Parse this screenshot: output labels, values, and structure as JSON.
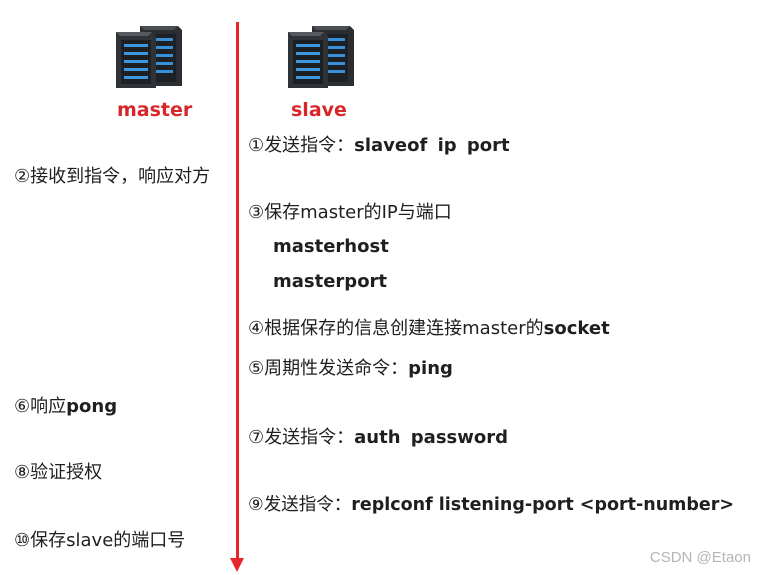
{
  "master": {
    "label": "master",
    "icon": "server-rack-icon"
  },
  "slave": {
    "label": "slave",
    "icon": "server-rack-icon"
  },
  "colors": {
    "arrow": "#e8262a",
    "label": "#d8272a"
  },
  "steps": [
    {
      "num": "①",
      "text": "发送指令：",
      "cmd": "slaveof  ip  port"
    },
    {
      "num": "②",
      "text": "接收到指令，响应对方",
      "cmd": ""
    },
    {
      "num": "③",
      "text": "保存master的IP与端口",
      "cmd": ""
    },
    {
      "num": "",
      "text": "",
      "cmd": "masterhost"
    },
    {
      "num": "",
      "text": "",
      "cmd": "masterport"
    },
    {
      "num": "④",
      "text": "根据保存的信息创建连接master的",
      "cmd": "socket"
    },
    {
      "num": "⑤",
      "text": "周期性发送命令：",
      "cmd": "ping"
    },
    {
      "num": "⑥",
      "text": "响应",
      "cmd": "pong"
    },
    {
      "num": "⑦",
      "text": "发送指令：",
      "cmd": "auth  password"
    },
    {
      "num": "⑧",
      "text": "验证授权",
      "cmd": ""
    },
    {
      "num": "⑨",
      "text": "发送指令：",
      "cmd": "replconf listening-port <port-number>"
    },
    {
      "num": "⑩",
      "text": "保存slave的端口号",
      "cmd": ""
    }
  ],
  "watermark": "CSDN @Etaon"
}
